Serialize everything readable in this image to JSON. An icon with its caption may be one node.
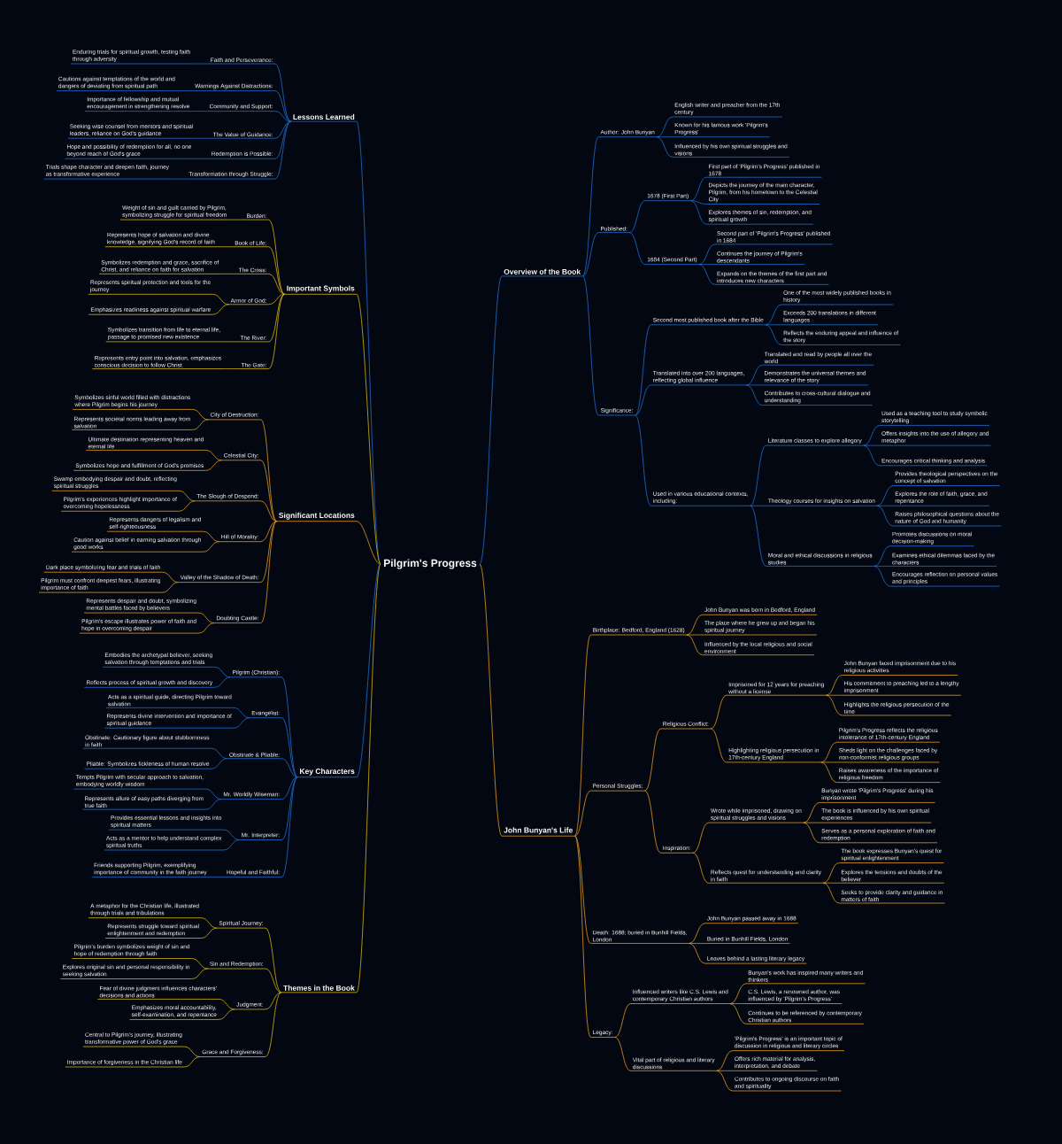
{
  "diagram": {
    "nodes": [
      {
        "text": [
          "Pilgrim's Progress"
        ]
      },
      {
        "text": [
          "Overview of the Book"
        ]
      },
      {
        "text": [
          "Author: John Bunyan"
        ]
      },
      {
        "text": [
          "English writer and preacher from the 17th century"
        ]
      },
      {
        "text": [
          "Known for his famous work 'Pilgrim's Progress'"
        ]
      },
      {
        "text": [
          "Influenced by his own spiritual struggles and visions"
        ]
      },
      {
        "text": [
          "Published:"
        ]
      },
      {
        "text": [
          "1678 (First Part)"
        ]
      },
      {
        "text": [
          "First part of 'Pilgrim's Progress' published in 1678"
        ]
      },
      {
        "text": [
          "Depicts the journey of the main character, Pilgrim, from his hometown to the Celestial City"
        ]
      },
      {
        "text": [
          "Explores themes of sin, redemption, and spiritual growth"
        ]
      },
      {
        "text": [
          "1684 (Second Part)"
        ]
      },
      {
        "text": [
          "Second part of 'Pilgrim's Progress' published in 1684"
        ]
      },
      {
        "text": [
          "Continues the journey of Pilgrim's descendants"
        ]
      },
      {
        "text": [
          "Expands on the themes of the first part and introduces new characters"
        ]
      },
      {
        "text": [
          "Significance:"
        ]
      },
      {
        "text": [
          "Second most published book after the Bible"
        ]
      },
      {
        "text": [
          "One of the most widely published books in history"
        ]
      },
      {
        "text": [
          "Exceeds 200 translations in different languages"
        ]
      },
      {
        "text": [
          "Reflects the enduring appeal and influence of the story"
        ]
      },
      {
        "text": [
          "Translated into over 200 languages, reflecting global influence"
        ]
      },
      {
        "text": [
          "Translated and read by people all over the world"
        ]
      },
      {
        "text": [
          "Demonstrates the universal themes and relevance of the story"
        ]
      },
      {
        "text": [
          "Contributes to cross-cultural dialogue and understanding"
        ]
      },
      {
        "text": [
          "Used in various educational contexts, including:"
        ]
      },
      {
        "text": [
          "Literature classes to explore allegory"
        ]
      },
      {
        "text": [
          "Used as a teaching tool to study symbolic storytelling"
        ]
      },
      {
        "text": [
          "Offers insights into the use of allegory and metaphor"
        ]
      },
      {
        "text": [
          "Encourages critical thinking and analysis"
        ]
      },
      {
        "text": [
          "Theology courses for insights on salvation"
        ]
      },
      {
        "text": [
          "Provides theological perspectives on the concept of salvation"
        ]
      },
      {
        "text": [
          "Explores the role of faith, grace, and repentance"
        ]
      },
      {
        "text": [
          "Raises philosophical questions about the nature of God and humanity"
        ]
      },
      {
        "text": [
          "Moral and ethical discussions in religious studies"
        ]
      },
      {
        "text": [
          "Promotes discussions on moral decision-making"
        ]
      },
      {
        "text": [
          "Examines ethical dilemmas faced by the characters"
        ]
      },
      {
        "text": [
          "Encourages reflection on personal values and principles"
        ]
      },
      {
        "text": [
          "John Bunyan's Life"
        ]
      },
      {
        "text": [
          "Birthplace: Bedford, England (1628)"
        ]
      },
      {
        "text": [
          "John Bunyan was born in Bedford, England"
        ]
      },
      {
        "text": [
          "The place where he grew up and began his spiritual journey"
        ]
      },
      {
        "text": [
          "Influenced by the local religious and social environment"
        ]
      },
      {
        "text": [
          "Personal Struggles:"
        ]
      },
      {
        "text": [
          "Religious Conflict:"
        ]
      },
      {
        "text": [
          "Imprisoned for 12 years for preaching without a license"
        ]
      },
      {
        "text": [
          "John Bunyan faced imprisonment due to his religious activities"
        ]
      },
      {
        "text": [
          "His commitment to preaching led to a lengthy imprisonment"
        ]
      },
      {
        "text": [
          "Highlights the religious persecution of the time"
        ]
      },
      {
        "text": [
          "Highlighting religious persecution in 17th-century England"
        ]
      },
      {
        "text": [
          "Pilgrim's Progress reflects the religious intolerance of 17th-century England"
        ]
      },
      {
        "text": [
          "Sheds light on the challenges faced by non-conformist religious groups"
        ]
      },
      {
        "text": [
          "Raises awareness of the importance of religious freedom"
        ]
      },
      {
        "text": [
          "Inspiration:"
        ]
      },
      {
        "text": [
          "Wrote while imprisoned, drawing on spiritual struggles and visions"
        ]
      },
      {
        "text": [
          "Bunyan wrote 'Pilgrim's Progress' during his imprisonment"
        ]
      },
      {
        "text": [
          "The book is influenced by his own spiritual experiences"
        ]
      },
      {
        "text": [
          "Serves as a personal exploration of faith and redemption"
        ]
      },
      {
        "text": [
          "Reflects quest for understanding and clarity in faith"
        ]
      },
      {
        "text": [
          "The book expresses Bunyan's quest for spiritual enlightenment"
        ]
      },
      {
        "text": [
          "Explores the tensions and doubts of the believer"
        ]
      },
      {
        "text": [
          "Seeks to provide clarity and guidance in matters of faith"
        ]
      },
      {
        "text": [
          "Death: 1688; buried in Bunhill Fields, London"
        ]
      },
      {
        "text": [
          "John Bunyan passed away in 1688"
        ]
      },
      {
        "text": [
          "Buried in Bunhill Fields, London"
        ]
      },
      {
        "text": [
          "Leaves behind a lasting literary legacy"
        ]
      },
      {
        "text": [
          "Legacy:"
        ]
      },
      {
        "text": [
          "Influenced writers like C.S. Lewis and contemporary Christian authors"
        ]
      },
      {
        "text": [
          "Bunyan's work has inspired many writers and thinkers"
        ]
      },
      {
        "text": [
          "C.S. Lewis, a renowned author, was influenced by 'Pilgrim's Progress'"
        ]
      },
      {
        "text": [
          "Continues to be referenced by contemporary Christian authors"
        ]
      },
      {
        "text": [
          "Vital part of religious and literary discussions"
        ]
      },
      {
        "text": [
          "'Pilgrim's Progress' is an important topic of discussion in religious and literary circles"
        ]
      },
      {
        "text": [
          "Offers rich material for analysis, interpretation, and debate"
        ]
      },
      {
        "text": [
          "Contributes to ongoing discourse on faith and spirituality"
        ]
      },
      {
        "text": [
          "Lessons Learned"
        ]
      },
      {
        "text": [
          "Faith and Perseverance:"
        ]
      },
      {
        "text": [
          "Enduring trials for spiritual growth, testing faith through adversity"
        ]
      },
      {
        "text": [
          "Warnings Against Distractions:"
        ]
      },
      {
        "text": [
          "Cautions against temptations of the world and dangers of deviating from spiritual path"
        ]
      },
      {
        "text": [
          "Community and Support:"
        ]
      },
      {
        "text": [
          "Importance of fellowship and mutual encouragement in strengthening resolve"
        ]
      },
      {
        "text": [
          "The Value of Guidance:"
        ]
      },
      {
        "text": [
          "Seeking wise counsel from mentors and spiritual leaders, reliance on God's guidance"
        ]
      },
      {
        "text": [
          "Redemption is Possible:"
        ]
      },
      {
        "text": [
          "Hope and possibility of redemption for all, no one beyond reach of God's grace"
        ]
      },
      {
        "text": [
          "Transformation through Struggle:"
        ]
      },
      {
        "text": [
          "Trials shape character and deepen faith, journey as transformative experience"
        ]
      },
      {
        "text": [
          "Important Symbols"
        ]
      },
      {
        "text": [
          "Burden:"
        ]
      },
      {
        "text": [
          "Weight of sin and guilt carried by Pilgrim, symbolizing struggle for spiritual freedom"
        ]
      },
      {
        "text": [
          "Book of Life:"
        ]
      },
      {
        "text": [
          "Represents hope of salvation and divine knowledge, signifying God's record of faith"
        ]
      },
      {
        "text": [
          "The Cross:"
        ]
      },
      {
        "text": [
          "Symbolizes redemption and grace, sacrifice of Christ, and reliance on faith for salvation"
        ]
      },
      {
        "text": [
          "Armor of God:"
        ]
      },
      {
        "text": [
          "Represents spiritual protection and tools for the journey"
        ]
      },
      {
        "text": [
          "Emphasizes readiness against spiritual warfare"
        ]
      },
      {
        "text": [
          "The River:"
        ]
      },
      {
        "text": [
          "Symbolizes transition from life to eternal life, passage to promised new existence"
        ]
      },
      {
        "text": [
          "The Gate:"
        ]
      },
      {
        "text": [
          "Represents entry point into salvation, emphasizes conscious decision to follow Christ"
        ]
      },
      {
        "text": [
          "Significant Locations"
        ]
      },
      {
        "text": [
          "City of Destruction:"
        ]
      },
      {
        "text": [
          "Symbolizes sinful world filled with distractions where Pilgrim begins his journey"
        ]
      },
      {
        "text": [
          "Represents societal norms leading away from salvation"
        ]
      },
      {
        "text": [
          "Celestial City:"
        ]
      },
      {
        "text": [
          "Ultimate destination representing heaven and eternal life"
        ]
      },
      {
        "text": [
          "Symbolizes hope and fulfillment of God's promises"
        ]
      },
      {
        "text": [
          "The Slough of Despond:"
        ]
      },
      {
        "text": [
          "Swamp embodying despair and doubt, reflecting spiritual struggles"
        ]
      },
      {
        "text": [
          "Pilgrim's experiences highlight importance of overcoming hopelessness"
        ]
      },
      {
        "text": [
          "Hill of Morality:"
        ]
      },
      {
        "text": [
          "Represents dangers of legalism and self-righteousness"
        ]
      },
      {
        "text": [
          "Caution against belief in earning salvation through good works"
        ]
      },
      {
        "text": [
          "Valley of the Shadow of Death:"
        ]
      },
      {
        "text": [
          "Dark place symbolizing fear and trials of faith"
        ]
      },
      {
        "text": [
          "Pilgrim must confront deepest fears, illustrating importance of faith"
        ]
      },
      {
        "text": [
          "Doubting Castle:"
        ]
      },
      {
        "text": [
          "Represents despair and doubt, symbolizing mental battles faced by believers"
        ]
      },
      {
        "text": [
          "Pilgrim's escape illustrates power of faith and hope in overcoming despair"
        ]
      },
      {
        "text": [
          "Key Characters"
        ]
      },
      {
        "text": [
          "Pilgrim (Christian):"
        ]
      },
      {
        "text": [
          "Embodies the archetypal believer, seeking salvation through temptations and trials"
        ]
      },
      {
        "text": [
          "Reflects process of spiritual growth and discovery"
        ]
      },
      {
        "text": [
          "Evangelist:"
        ]
      },
      {
        "text": [
          "Acts as a spiritual guide, directing Pilgrim toward salvation"
        ]
      },
      {
        "text": [
          "Represents divine intervention and importance of spiritual guidance"
        ]
      },
      {
        "text": [
          "Obstinate & Pliable:"
        ]
      },
      {
        "text": [
          "Obstinate: Cautionary figure about stubbornness in faith"
        ]
      },
      {
        "text": [
          "Pliable: Symbolizes fickleness of human resolve"
        ]
      },
      {
        "text": [
          "Mr. Worldly Wiseman:"
        ]
      },
      {
        "text": [
          "Tempts Pilgrim with secular approach to salvation, embodying worldly wisdom"
        ]
      },
      {
        "text": [
          "Represents allure of easy paths diverging from true faith"
        ]
      },
      {
        "text": [
          "Mr. Interpreter:"
        ]
      },
      {
        "text": [
          "Provides essential lessons and insights into spiritual matters"
        ]
      },
      {
        "text": [
          "Acts as a mentor to help understand complex spiritual truths"
        ]
      },
      {
        "text": [
          "Hopeful and Faithful:"
        ]
      },
      {
        "text": [
          "Friends supporting Pilgrim, exemplifying importance of community in the faith journey"
        ]
      },
      {
        "text": [
          "Themes in the Book"
        ]
      },
      {
        "text": [
          "Spiritual Journey:"
        ]
      },
      {
        "text": [
          "A metaphor for the Christian life, illustrated through trials and tribulations"
        ]
      },
      {
        "text": [
          "Represents struggle toward spiritual enlightenment and redemption"
        ]
      },
      {
        "text": [
          "Sin and Redemption:"
        ]
      },
      {
        "text": [
          "Pilgrim's burden symbolizes weight of sin and hope of redemption through faith"
        ]
      },
      {
        "text": [
          "Explores original sin and personal responsibility in seeking salvation"
        ]
      },
      {
        "text": [
          "Judgment:"
        ]
      },
      {
        "text": [
          "Fear of divine judgment influences characters' decisions and actions"
        ]
      },
      {
        "text": [
          "Emphasizes moral accountability, self-examination, and repentance"
        ]
      },
      {
        "text": [
          "Grace and Forgiveness:"
        ]
      },
      {
        "text": [
          "Central to Pilgrim's journey, illustrating transformative power of God's grace"
        ]
      },
      {
        "text": [
          "Importance of forgiveness in the Christian life"
        ]
      }
    ],
    "edges": [
      {
        "from": 0,
        "to": 1,
        "arrow": "none"
      },
      {
        "from": 1,
        "to": 2,
        "arrow": "none"
      },
      {
        "from": 2,
        "to": 3,
        "arrow": "none"
      },
      {
        "from": 2,
        "to": 4,
        "arrow": "none"
      },
      {
        "from": 2,
        "to": 5,
        "arrow": "none"
      },
      {
        "from": 1,
        "to": 6,
        "arrow": "none"
      },
      {
        "from": 6,
        "to": 7,
        "arrow": "none"
      },
      {
        "from": 7,
        "to": 8,
        "arrow": "none"
      },
      {
        "from": 7,
        "to": 9,
        "arrow": "none"
      },
      {
        "from": 7,
        "to": 10,
        "arrow": "none"
      },
      {
        "from": 6,
        "to": 11,
        "arrow": "none"
      },
      {
        "from": 11,
        "to": 12,
        "arrow": "none"
      },
      {
        "from": 11,
        "to": 13,
        "arrow": "none"
      },
      {
        "from": 11,
        "to": 14,
        "arrow": "none"
      },
      {
        "from": 1,
        "to": 15,
        "arrow": "none"
      },
      {
        "from": 15,
        "to": 16,
        "arrow": "none"
      },
      {
        "from": 16,
        "to": 17,
        "arrow": "none"
      },
      {
        "from": 16,
        "to": 18,
        "arrow": "none"
      },
      {
        "from": 16,
        "to": 19,
        "arrow": "none"
      },
      {
        "from": 15,
        "to": 20,
        "arrow": "none"
      },
      {
        "from": 20,
        "to": 21,
        "arrow": "none"
      },
      {
        "from": 20,
        "to": 22,
        "arrow": "none"
      },
      {
        "from": 20,
        "to": 23,
        "arrow": "none"
      },
      {
        "from": 15,
        "to": 24,
        "arrow": "none"
      },
      {
        "from": 24,
        "to": 25,
        "arrow": "none"
      },
      {
        "from": 25,
        "to": 26,
        "arrow": "none"
      },
      {
        "from": 25,
        "to": 27,
        "arrow": "none"
      },
      {
        "from": 25,
        "to": 28,
        "arrow": "none"
      },
      {
        "from": 24,
        "to": 29,
        "arrow": "none"
      },
      {
        "from": 29,
        "to": 30,
        "arrow": "none"
      },
      {
        "from": 29,
        "to": 31,
        "arrow": "none"
      },
      {
        "from": 29,
        "to": 32,
        "arrow": "none"
      },
      {
        "from": 24,
        "to": 33,
        "arrow": "none"
      },
      {
        "from": 33,
        "to": 34,
        "arrow": "none"
      },
      {
        "from": 33,
        "to": 35,
        "arrow": "none"
      },
      {
        "from": 33,
        "to": 36,
        "arrow": "none"
      },
      {
        "from": 0,
        "to": 37,
        "arrow": "none",
        "color": "#e39b1c"
      },
      {
        "from": 37,
        "to": 38,
        "arrow": "none",
        "color": "#e39b1c"
      },
      {
        "from": 38,
        "to": 39,
        "arrow": "none",
        "color": "#e39b1c"
      },
      {
        "from": 38,
        "to": 40,
        "arrow": "none",
        "color": "#e39b1c"
      },
      {
        "from": 38,
        "to": 41,
        "arrow": "none",
        "color": "#e39b1c"
      },
      {
        "from": 37,
        "to": 42,
        "arrow": "none",
        "color": "#e39b1c"
      },
      {
        "from": 42,
        "to": 43,
        "arrow": "none",
        "color": "#e39b1c"
      },
      {
        "from": 43,
        "to": 44,
        "arrow": "none",
        "color": "#e39b1c"
      },
      {
        "from": 44,
        "to": 45,
        "arrow": "none",
        "color": "#e39b1c"
      },
      {
        "from": 44,
        "to": 46,
        "arrow": "none",
        "color": "#e39b1c"
      },
      {
        "from": 44,
        "to": 47,
        "arrow": "none",
        "color": "#e39b1c"
      },
      {
        "from": 43,
        "to": 48,
        "arrow": "none",
        "color": "#e39b1c"
      },
      {
        "from": 48,
        "to": 49,
        "arrow": "none",
        "color": "#e39b1c"
      },
      {
        "from": 48,
        "to": 50,
        "arrow": "none",
        "color": "#e39b1c"
      },
      {
        "from": 48,
        "to": 51,
        "arrow": "none",
        "color": "#e39b1c"
      },
      {
        "from": 42,
        "to": 52,
        "arrow": "none",
        "color": "#e39b1c"
      },
      {
        "from": 52,
        "to": 53,
        "arrow": "none",
        "color": "#e39b1c"
      },
      {
        "from": 53,
        "to": 54,
        "arrow": "none",
        "color": "#e39b1c"
      },
      {
        "from": 53,
        "to": 55,
        "arrow": "none",
        "color": "#e39b1c"
      },
      {
        "from": 53,
        "to": 56,
        "arrow": "none",
        "color": "#e39b1c"
      },
      {
        "from": 52,
        "to": 57,
        "arrow": "none",
        "color": "#e39b1c"
      },
      {
        "from": 57,
        "to": 58,
        "arrow": "none",
        "color": "#e39b1c"
      },
      {
        "from": 57,
        "to": 59,
        "arrow": "none",
        "color": "#e39b1c"
      },
      {
        "from": 57,
        "to": 60,
        "arrow": "none",
        "color": "#e39b1c"
      },
      {
        "from": 37,
        "to": 61,
        "arrow": "none",
        "color": "#e39b1c"
      },
      {
        "from": 61,
        "to": 62,
        "arrow": "none",
        "color": "#e39b1c"
      },
      {
        "from": 61,
        "to": 63,
        "arrow": "none",
        "color": "#e39b1c"
      },
      {
        "from": 61,
        "to": 64,
        "arrow": "none",
        "color": "#e39b1c"
      },
      {
        "from": 37,
        "to": 65,
        "arrow": "none",
        "color": "#e39b1c"
      },
      {
        "from": 65,
        "to": 66,
        "arrow": "none",
        "color": "#e39b1c"
      },
      {
        "from": 66,
        "to": 67,
        "arrow": "none",
        "color": "#e39b1c"
      },
      {
        "from": 66,
        "to": 68,
        "arrow": "none",
        "color": "#e39b1c"
      },
      {
        "from": 66,
        "to": 69,
        "arrow": "none",
        "color": "#e39b1c"
      },
      {
        "from": 65,
        "to": 70,
        "arrow": "none",
        "color": "#e39b1c"
      },
      {
        "from": 70,
        "to": 71,
        "arrow": "none",
        "color": "#e39b1c"
      },
      {
        "from": 70,
        "to": 72,
        "arrow": "none",
        "color": "#e39b1c"
      },
      {
        "from": 70,
        "to": 73,
        "arrow": "none",
        "color": "#e39b1c"
      },
      {
        "from": 0,
        "to": 74,
        "arrow": "none"
      },
      {
        "from": 74,
        "to": 75,
        "arrow": "none"
      },
      {
        "from": 75,
        "to": 76,
        "arrow": "none"
      },
      {
        "from": 74,
        "to": 77,
        "arrow": "none"
      },
      {
        "from": 77,
        "to": 78,
        "arrow": "none"
      },
      {
        "from": 74,
        "to": 79,
        "arrow": "none"
      },
      {
        "from": 79,
        "to": 80,
        "arrow": "none"
      },
      {
        "from": 74,
        "to": 81,
        "arrow": "none"
      },
      {
        "from": 81,
        "to": 82,
        "arrow": "none"
      },
      {
        "from": 74,
        "to": 83,
        "arrow": "none"
      },
      {
        "from": 83,
        "to": 84,
        "arrow": "none"
      },
      {
        "from": 74,
        "to": 85,
        "arrow": "none"
      },
      {
        "from": 85,
        "to": 86,
        "arrow": "none"
      },
      {
        "from": 0,
        "to": 87,
        "arrow": "none",
        "color": "#d6b40c"
      },
      {
        "from": 87,
        "to": 88,
        "arrow": "none",
        "color": "#d6b40c"
      },
      {
        "from": 88,
        "to": 89,
        "arrow": "none",
        "color": "#d6b40c"
      },
      {
        "from": 87,
        "to": 90,
        "arrow": "none",
        "color": "#d6b40c"
      },
      {
        "from": 90,
        "to": 91,
        "arrow": "none",
        "color": "#d6b40c"
      },
      {
        "from": 87,
        "to": 92,
        "arrow": "none",
        "color": "#d6b40c"
      },
      {
        "from": 92,
        "to": 93,
        "arrow": "none",
        "color": "#d6b40c"
      },
      {
        "from": 87,
        "to": 94,
        "arrow": "none",
        "color": "#d6b40c"
      },
      {
        "from": 94,
        "to": 95,
        "arrow": "none",
        "color": "#d6b40c"
      },
      {
        "from": 94,
        "to": 96,
        "arrow": "none",
        "color": "#d6b40c"
      },
      {
        "from": 87,
        "to": 97,
        "arrow": "none",
        "color": "#d6b40c"
      },
      {
        "from": 97,
        "to": 98,
        "arrow": "none",
        "color": "#d6b40c"
      },
      {
        "from": 87,
        "to": 99,
        "arrow": "none",
        "color": "#d6b40c"
      },
      {
        "from": 99,
        "to": 100,
        "arrow": "none",
        "color": "#d6b40c"
      },
      {
        "from": 0,
        "to": 101,
        "arrow": "none",
        "color": "#e39b1c"
      },
      {
        "from": 101,
        "to": 102,
        "arrow": "none",
        "color": "#e39b1c"
      },
      {
        "from": 102,
        "to": 103,
        "arrow": "none",
        "color": "#e39b1c"
      },
      {
        "from": 102,
        "to": 104,
        "arrow": "none",
        "color": "#e39b1c"
      },
      {
        "from": 101,
        "to": 105,
        "arrow": "none",
        "color": "#e39b1c"
      },
      {
        "from": 105,
        "to": 106,
        "arrow": "none",
        "color": "#e39b1c"
      },
      {
        "from": 105,
        "to": 107,
        "arrow": "none",
        "color": "#e39b1c"
      },
      {
        "from": 101,
        "to": 108,
        "arrow": "none",
        "color": "#e39b1c"
      },
      {
        "from": 108,
        "to": 109,
        "arrow": "none",
        "color": "#e39b1c"
      },
      {
        "from": 108,
        "to": 110,
        "arrow": "none",
        "color": "#e39b1c"
      },
      {
        "from": 101,
        "to": 111,
        "arrow": "none",
        "color": "#e39b1c"
      },
      {
        "from": 111,
        "to": 112,
        "arrow": "none",
        "color": "#e39b1c"
      },
      {
        "from": 111,
        "to": 113,
        "arrow": "none",
        "color": "#e39b1c"
      },
      {
        "from": 101,
        "to": 114,
        "arrow": "none",
        "color": "#e39b1c"
      },
      {
        "from": 114,
        "to": 115,
        "arrow": "none",
        "color": "#e39b1c"
      },
      {
        "from": 114,
        "to": 116,
        "arrow": "none",
        "color": "#e39b1c"
      },
      {
        "from": 101,
        "to": 117,
        "arrow": "none",
        "color": "#e39b1c"
      },
      {
        "from": 117,
        "to": 118,
        "arrow": "none",
        "color": "#e39b1c"
      },
      {
        "from": 117,
        "to": 119,
        "arrow": "none",
        "color": "#e39b1c"
      },
      {
        "from": 0,
        "to": 120,
        "arrow": "none"
      },
      {
        "from": 120,
        "to": 121,
        "arrow": "none"
      },
      {
        "from": 121,
        "to": 122,
        "arrow": "none"
      },
      {
        "from": 121,
        "to": 123,
        "arrow": "none"
      },
      {
        "from": 120,
        "to": 124,
        "arrow": "none"
      },
      {
        "from": 124,
        "to": 125,
        "arrow": "none"
      },
      {
        "from": 124,
        "to": 126,
        "arrow": "none"
      },
      {
        "from": 120,
        "to": 127,
        "arrow": "none"
      },
      {
        "from": 127,
        "to": 128,
        "arrow": "none"
      },
      {
        "from": 127,
        "to": 129,
        "arrow": "none"
      },
      {
        "from": 120,
        "to": 130,
        "arrow": "none"
      },
      {
        "from": 130,
        "to": 131,
        "arrow": "none"
      },
      {
        "from": 130,
        "to": 132,
        "arrow": "none"
      },
      {
        "from": 120,
        "to": 133,
        "arrow": "none"
      },
      {
        "from": 133,
        "to": 134,
        "arrow": "none"
      },
      {
        "from": 133,
        "to": 135,
        "arrow": "none"
      },
      {
        "from": 120,
        "to": 136,
        "arrow": "none"
      },
      {
        "from": 136,
        "to": 137,
        "arrow": "none"
      },
      {
        "from": 0,
        "to": 138,
        "arrow": "none",
        "color": "#d6b40c"
      },
      {
        "from": 138,
        "to": 139,
        "arrow": "none",
        "color": "#d6b40c"
      },
      {
        "from": 139,
        "to": 140,
        "arrow": "none",
        "color": "#d6b40c"
      },
      {
        "from": 139,
        "to": 141,
        "arrow": "none",
        "color": "#d6b40c"
      },
      {
        "from": 138,
        "to": 142,
        "arrow": "none",
        "color": "#d6b40c"
      },
      {
        "from": 142,
        "to": 143,
        "arrow": "none",
        "color": "#d6b40c"
      },
      {
        "from": 142,
        "to": 144,
        "arrow": "none",
        "color": "#d6b40c"
      },
      {
        "from": 138,
        "to": 145,
        "arrow": "none",
        "color": "#d6b40c"
      },
      {
        "from": 145,
        "to": 146,
        "arrow": "none",
        "color": "#d6b40c"
      },
      {
        "from": 145,
        "to": 147,
        "arrow": "none",
        "color": "#d6b40c"
      },
      {
        "from": 138,
        "to": 148,
        "arrow": "none",
        "color": "#d6b40c"
      },
      {
        "from": 148,
        "to": 149,
        "arrow": "none",
        "color": "#d6b40c"
      },
      {
        "from": 148,
        "to": 150,
        "arrow": "none",
        "color": "#d6b40c"
      }
    ]
  }
}
